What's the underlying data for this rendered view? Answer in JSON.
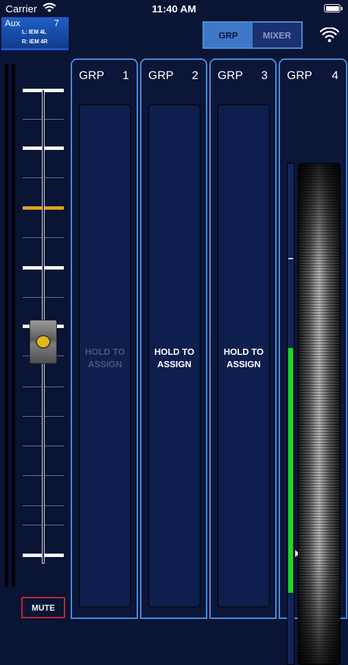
{
  "status": {
    "carrier": "Carrier",
    "time": "11:40 AM"
  },
  "aux": {
    "name": "Aux",
    "number": "7",
    "left": "L: IEM 4L",
    "right": "R: IEM 4R"
  },
  "mode": {
    "grp_label": "GRP",
    "mixer_label": "MIXER",
    "selected": "GRP"
  },
  "fader": {
    "mute_label": "MUTE",
    "level_fraction": 0.54
  },
  "groups": [
    {
      "title": "GRP",
      "number": "1",
      "hold_text": "HOLD TO\nASSIGN",
      "enabled": false
    },
    {
      "title": "GRP",
      "number": "2",
      "hold_text": "HOLD TO\nASSIGN",
      "enabled": true
    },
    {
      "title": "GRP",
      "number": "3",
      "hold_text": "HOLD TO\nASSIGN",
      "enabled": true
    },
    {
      "title": "GRP",
      "number": "4",
      "meter_level_fraction": 0.57
    }
  ],
  "colors": {
    "accent": "#4a8fe0",
    "meter": "#1fd91f",
    "mute": "#c22a3a",
    "unity": "#e0a21e",
    "knob": "#e2b81b"
  },
  "icons": {
    "status_wifi": "wifi-icon",
    "battery": "battery-icon",
    "network": "wifi-network-icon"
  }
}
